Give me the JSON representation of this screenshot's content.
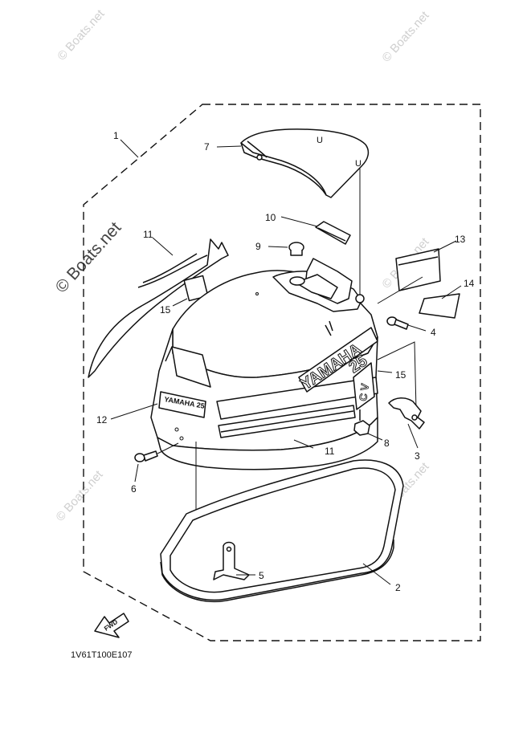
{
  "watermark": {
    "text": "© Boats.net"
  },
  "brand_text": {
    "yamaha": "YAMAHA",
    "model": "25",
    "badge": "YAMAHA 25",
    "hp_mark": "C V",
    "fwd": "FWD"
  },
  "callouts": [
    {
      "id": "c1",
      "label": "1"
    },
    {
      "id": "c2",
      "label": "2"
    },
    {
      "id": "c3",
      "label": "3"
    },
    {
      "id": "c4",
      "label": "4"
    },
    {
      "id": "c5",
      "label": "5"
    },
    {
      "id": "c6",
      "label": "6"
    },
    {
      "id": "c7",
      "label": "7"
    },
    {
      "id": "c8",
      "label": "8"
    },
    {
      "id": "c9",
      "label": "9"
    },
    {
      "id": "c10",
      "label": "10"
    },
    {
      "id": "c11a",
      "label": "11"
    },
    {
      "id": "c11b",
      "label": "11"
    },
    {
      "id": "c12",
      "label": "12"
    },
    {
      "id": "c13",
      "label": "13"
    },
    {
      "id": "c14",
      "label": "14"
    },
    {
      "id": "c15a",
      "label": "15"
    },
    {
      "id": "c15b",
      "label": "15"
    }
  ],
  "diagram_code": "1V61T100E107"
}
